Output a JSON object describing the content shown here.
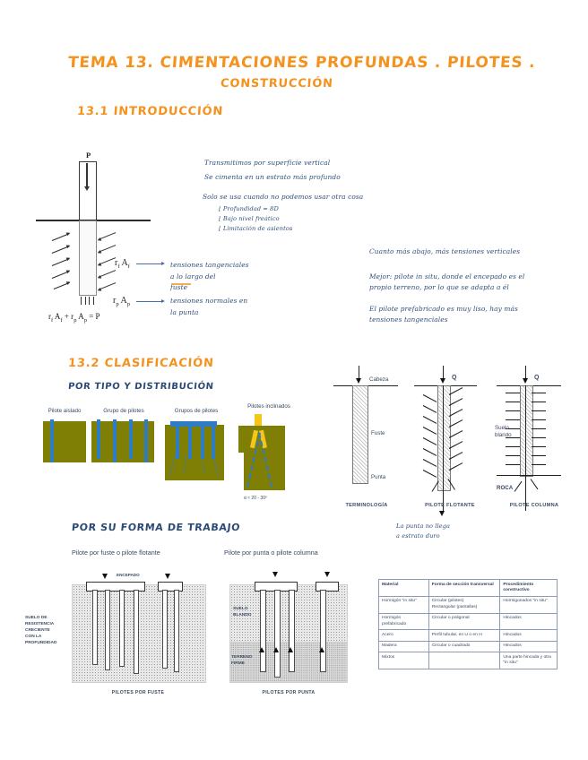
{
  "document": {
    "title": "TEMA 13. CIMENTACIONES PROFUNDAS . PILOTES .",
    "title_line2": "CONSTRUCCIÓN"
  },
  "section_1": {
    "heading": "13.1 INTRODUCCIÓN",
    "notes_left": [
      "Transmitimos por superficie vertical",
      "Se cimenta en un estrato más profundo",
      "Solo se usa cuando no podemos usar otra cosa"
    ],
    "bullets": [
      "Profundidad ≈ 8D",
      "Bajo nivel freático",
      "Limitación de asientos"
    ],
    "notes_right": [
      "Cuanto más abajo, más tensiones verticales",
      "Mejor: pilote in situ, donde el encepado es el",
      "propio terreno, por lo que se adapta a él",
      "El pilote prefabricado es muy liso, hay más",
      "tensiones tangenciales"
    ]
  },
  "figure_pile": {
    "load_label": "P",
    "shaft_label": "r f A f",
    "tip_label": "r p A p",
    "annotation_shaft": "tensiones tangenciales\na lo largo del\nfuste",
    "annotation_tip": "tensiones normales en\nla punta",
    "equation": "r f A f + r p A p = P"
  },
  "section_2": {
    "heading": "13.2  CLASIFICACIÓN",
    "sub_a": "POR TIPO Y DISTRIBUCIÓN",
    "sub_b": "POR SU FORMA DE TRABAJO",
    "type_captions": [
      "Pilote aislado",
      "Grupo de pilotes",
      "Grupos de pilotes",
      "Pilotes inclinados"
    ],
    "inclined_note": "α ≈ 20 - 30º"
  },
  "tech_diagrams": {
    "items": [
      {
        "caption": "TERMINOLOGÍA",
        "load": "",
        "parts": [
          "Cabeza",
          "Fuste",
          "Punta"
        ]
      },
      {
        "caption": "PILOTE FLOTANTE",
        "load": "Q",
        "parts": []
      },
      {
        "caption": "PILOTE COLUMNA",
        "load": "Q",
        "parts": [
          "Suelo\nblando",
          "ROCA"
        ]
      }
    ],
    "floating_note": "La punta no llega\na estrato duro"
  },
  "work_figures": {
    "left": {
      "title": "Pilote por fuste o pilote flotante",
      "soil_label": "SUELO DE\nRESISTENCIA\nCRECIENTE\nCON LA\nPROFUNDIDAD",
      "cap_label": "ENCEPADO",
      "caption": "PILOTES POR FUSTE"
    },
    "right": {
      "title": "Pilote por punta o pilote columna",
      "soil_label_top": "SUELO\nBLANDO",
      "soil_label_bottom": "TERRENO\nFIRME",
      "caption": "PILOTES POR PUNTA"
    }
  },
  "materials_table": {
    "headers": [
      "Material",
      "Forma de sección transversal",
      "Procedimiento constructivo"
    ],
    "rows": [
      {
        "material": "Hormigón \"in situ\"",
        "seccion": "Circular (pilotes)\nRectangular (pantallas)",
        "procedimiento": "Hormigonados \"in situ\""
      },
      {
        "material": "Hormigón prefabricado",
        "seccion": "Circular o poligonal",
        "procedimiento": "Hincados"
      },
      {
        "material": "Acero",
        "seccion": "Perfil tubular, en U o en H",
        "procedimiento": "Hincados"
      },
      {
        "material": "Madera",
        "seccion": "Circular o cuadrado",
        "procedimiento": "Hincados"
      },
      {
        "material": "Mixtos",
        "seccion": "",
        "procedimiento": "Una parte hincada y otra \"in situ\""
      }
    ]
  },
  "colors": {
    "accent_orange": "#F5921E",
    "ink_blue": "#2b4a75",
    "soil_olive": "#807f05",
    "pile_blue": "#2e7cc4",
    "pile_yellow": "#f5c518"
  }
}
